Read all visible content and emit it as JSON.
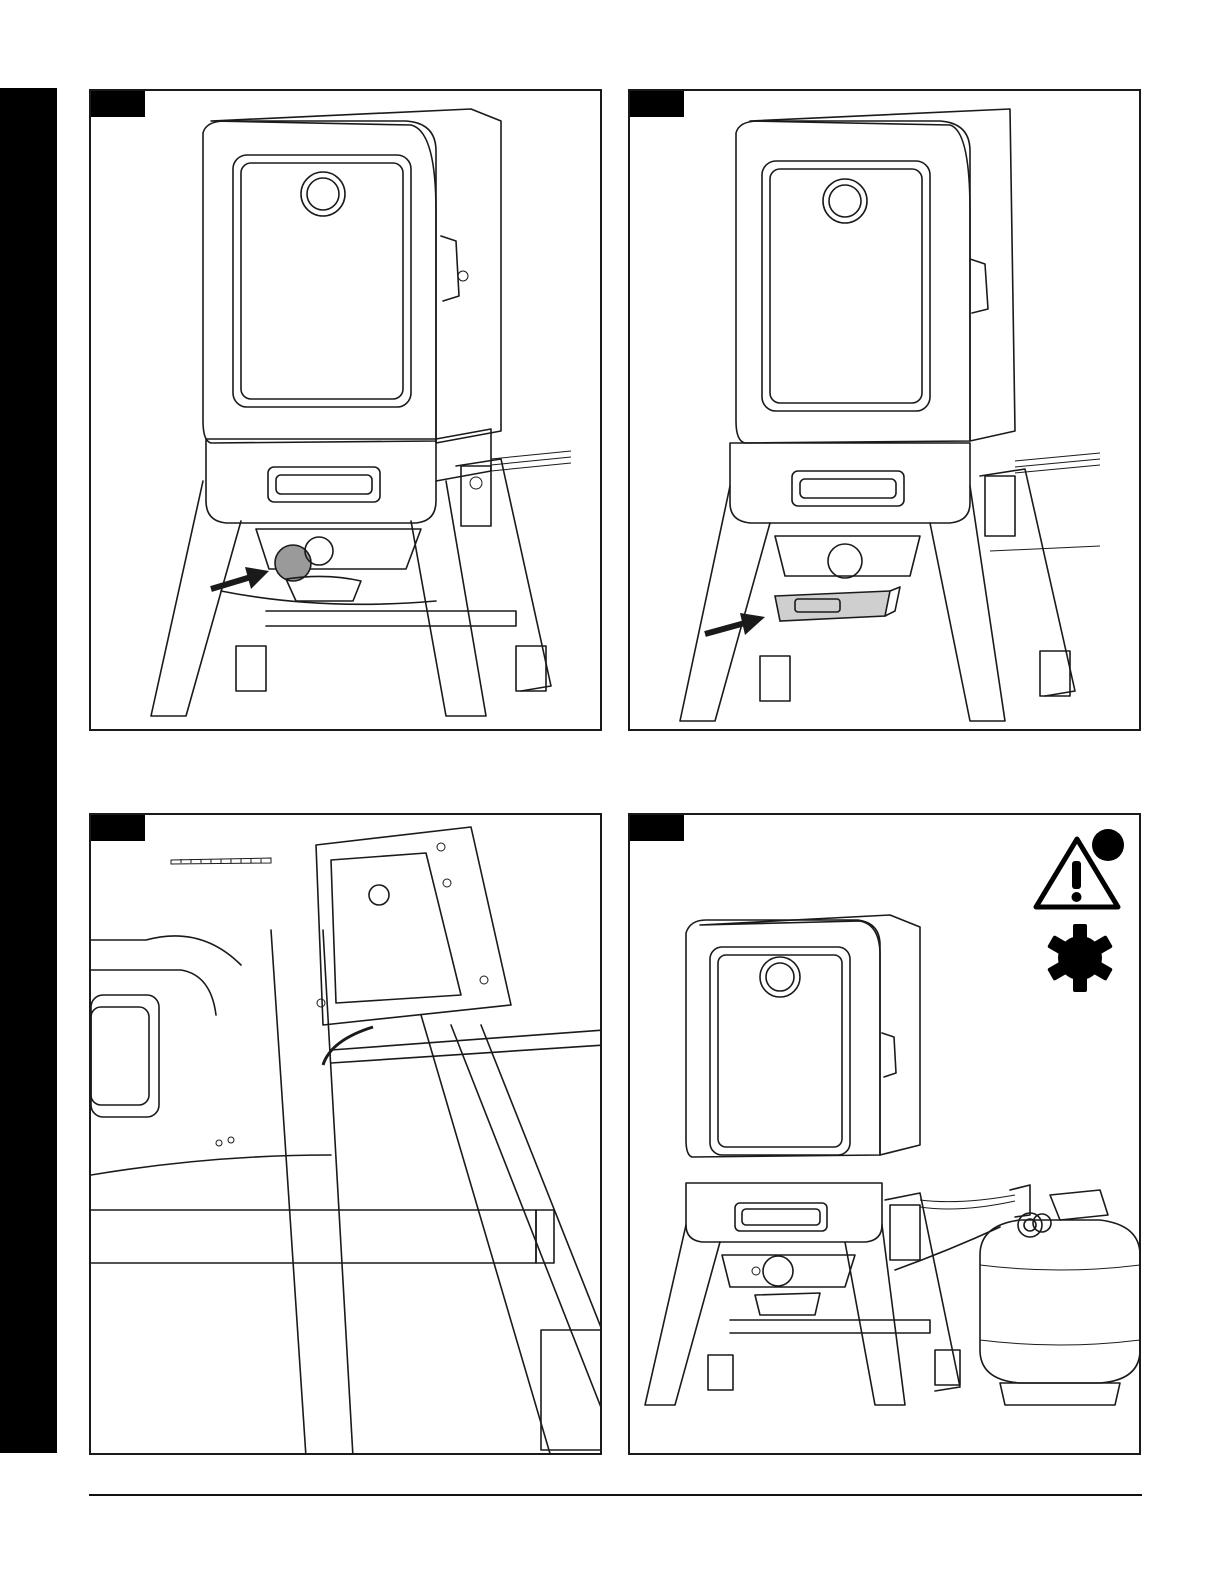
{
  "page": {
    "steps": [
      {
        "id": "step-a",
        "tag": ""
      },
      {
        "id": "step-b",
        "tag": ""
      },
      {
        "id": "step-c",
        "tag": ""
      },
      {
        "id": "step-d",
        "tag": ""
      }
    ]
  },
  "icons": {
    "warning": "warning-triangle-icon",
    "gear": "gear-icon",
    "notice_dot": "notice-dot-icon"
  },
  "colors": {
    "ink": "#1a1a1a",
    "knob_fill": "#9a9a9a",
    "tray_fill": "#cfcfcf",
    "paper": "#ffffff"
  }
}
